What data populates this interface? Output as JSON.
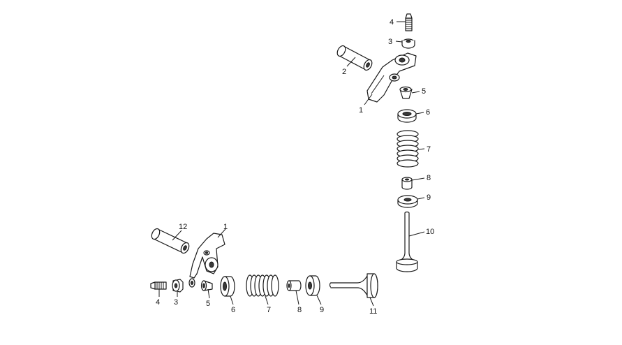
{
  "labels": {
    "bottom": {
      "rocker_arm": "1",
      "rocker_shaft": "12",
      "adjuster_screw": "4",
      "lock_nut": "3",
      "collets": "5",
      "upper_retainer": "6",
      "spring": "7",
      "stem_seal": "8",
      "lower_seat": "9",
      "valve": "11"
    },
    "top": {
      "adjuster_screw": "4",
      "lock_nut": "3",
      "rocker_shaft": "2",
      "rocker_arm": "1",
      "collets": "5",
      "upper_retainer": "6",
      "spring": "7",
      "stem_seal": "8",
      "lower_seat": "9",
      "valve": "10"
    }
  },
  "colors": {
    "line": "#1a1a1a",
    "background": "#ffffff"
  }
}
